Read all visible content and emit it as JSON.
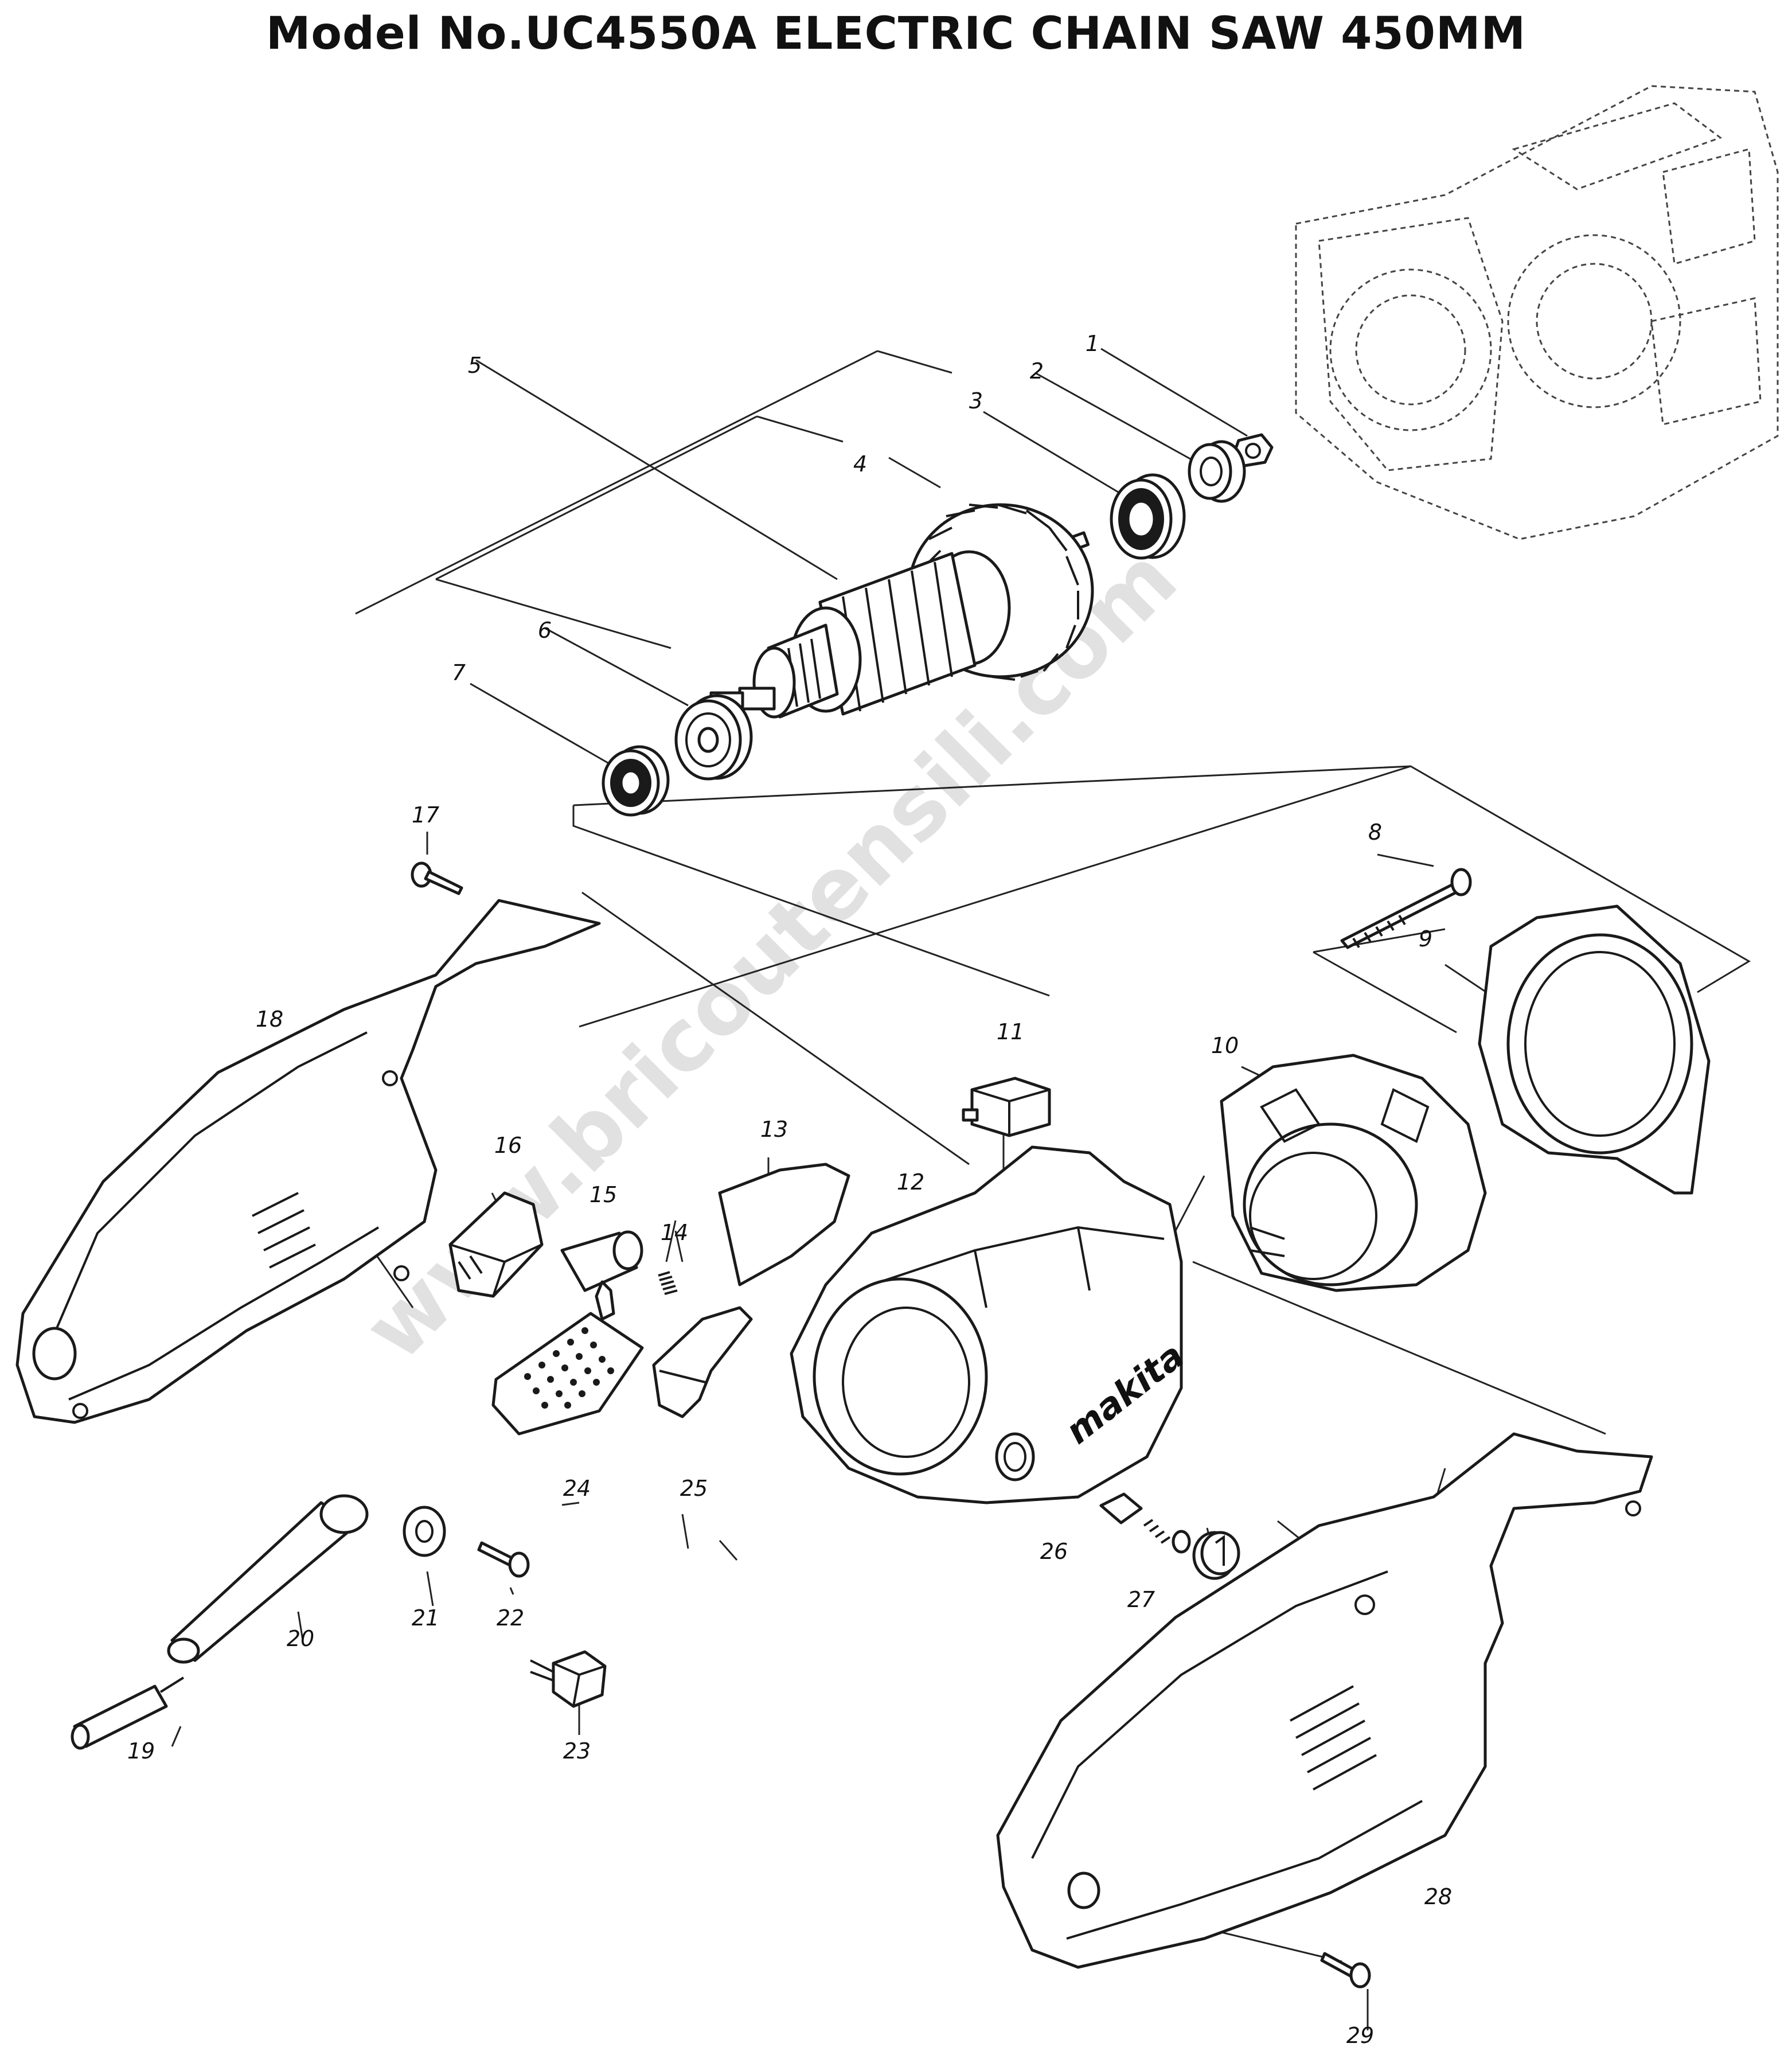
{
  "title": "Model No.UC4550A ELECTRIC CHAIN SAW 450MM",
  "watermark": "www.bricoutensili.com",
  "brand_mark": "makita",
  "part_numbers": [
    "1",
    "2",
    "3",
    "4",
    "5",
    "6",
    "7",
    "8",
    "9",
    "10",
    "11",
    "12",
    "13",
    "14",
    "15",
    "16",
    "17",
    "18",
    "19",
    "20",
    "21",
    "22",
    "23",
    "24",
    "25",
    "26",
    "27",
    "28",
    "29"
  ]
}
